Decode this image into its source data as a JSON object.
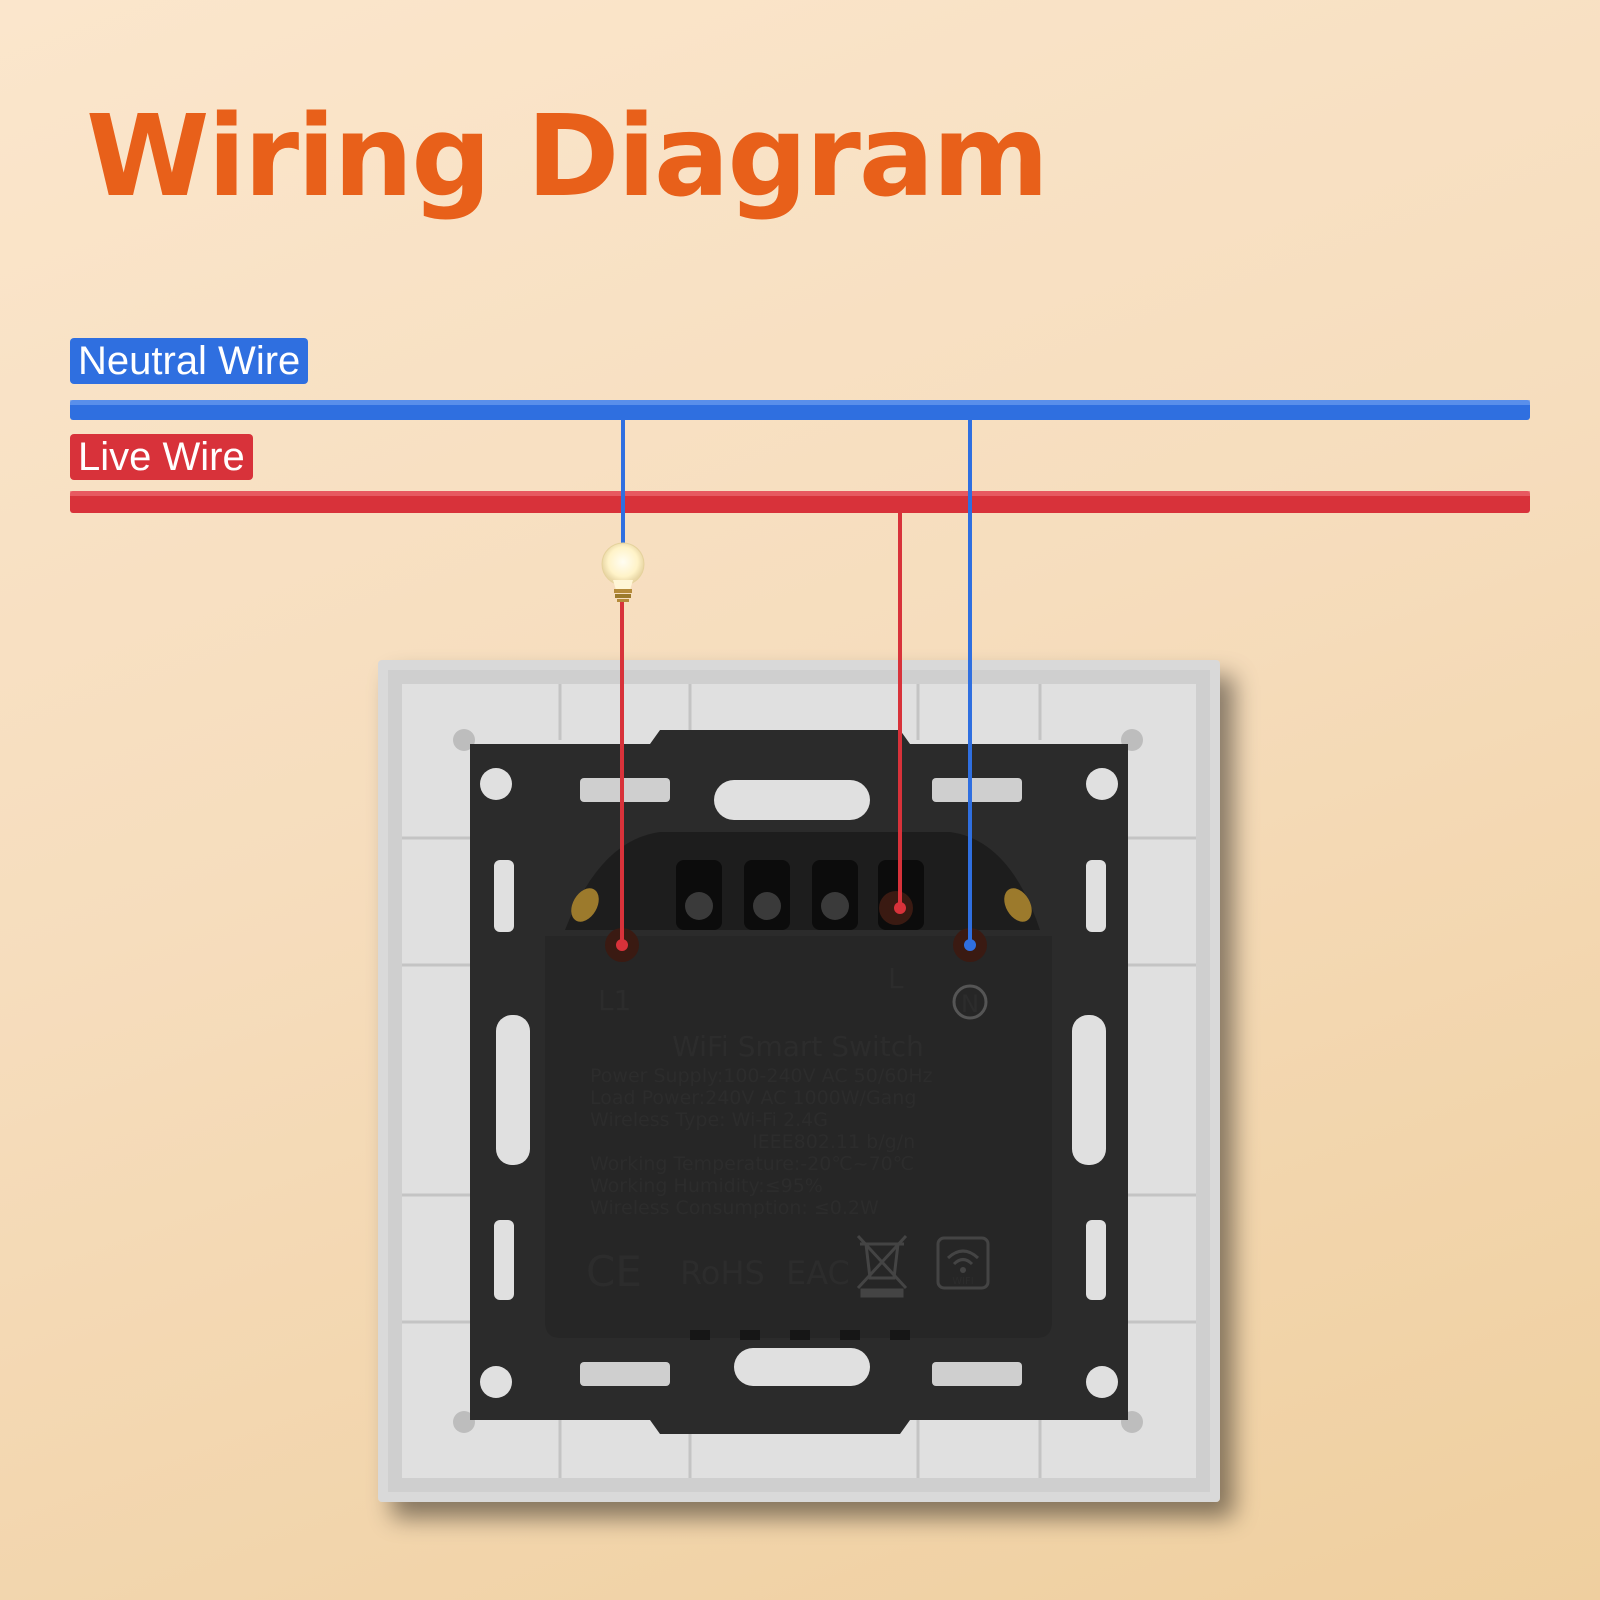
{
  "title": "Wiring Diagram",
  "wires": {
    "neutral_label": "Neutral Wire",
    "live_label": "Live Wire",
    "neutral_color": "#2f6fe0",
    "live_color": "#d8323a"
  },
  "terminals": {
    "l1": "L1",
    "l": "L",
    "n": "N"
  },
  "device": {
    "name": "WiFi Smart Switch",
    "specs": [
      "Power Supply:100-240V AC 50/60Hz",
      "Load Power:240V AC 1000W/Gang",
      "Wireless Type: Wi-Fi 2.4G",
      "IEEE802.11 b/g/n",
      "Working Temperature:-20℃~70℃",
      "Working Humidity:≤95%",
      "Wireless Consumption: ≤0.2W"
    ],
    "marks": {
      "ce": "CE",
      "rohs": "RoHS",
      "eac": "EAC",
      "wifi": "WIFI"
    }
  },
  "icons": [
    "light-bulb-icon",
    "weee-bin-icon",
    "wifi-icon"
  ]
}
